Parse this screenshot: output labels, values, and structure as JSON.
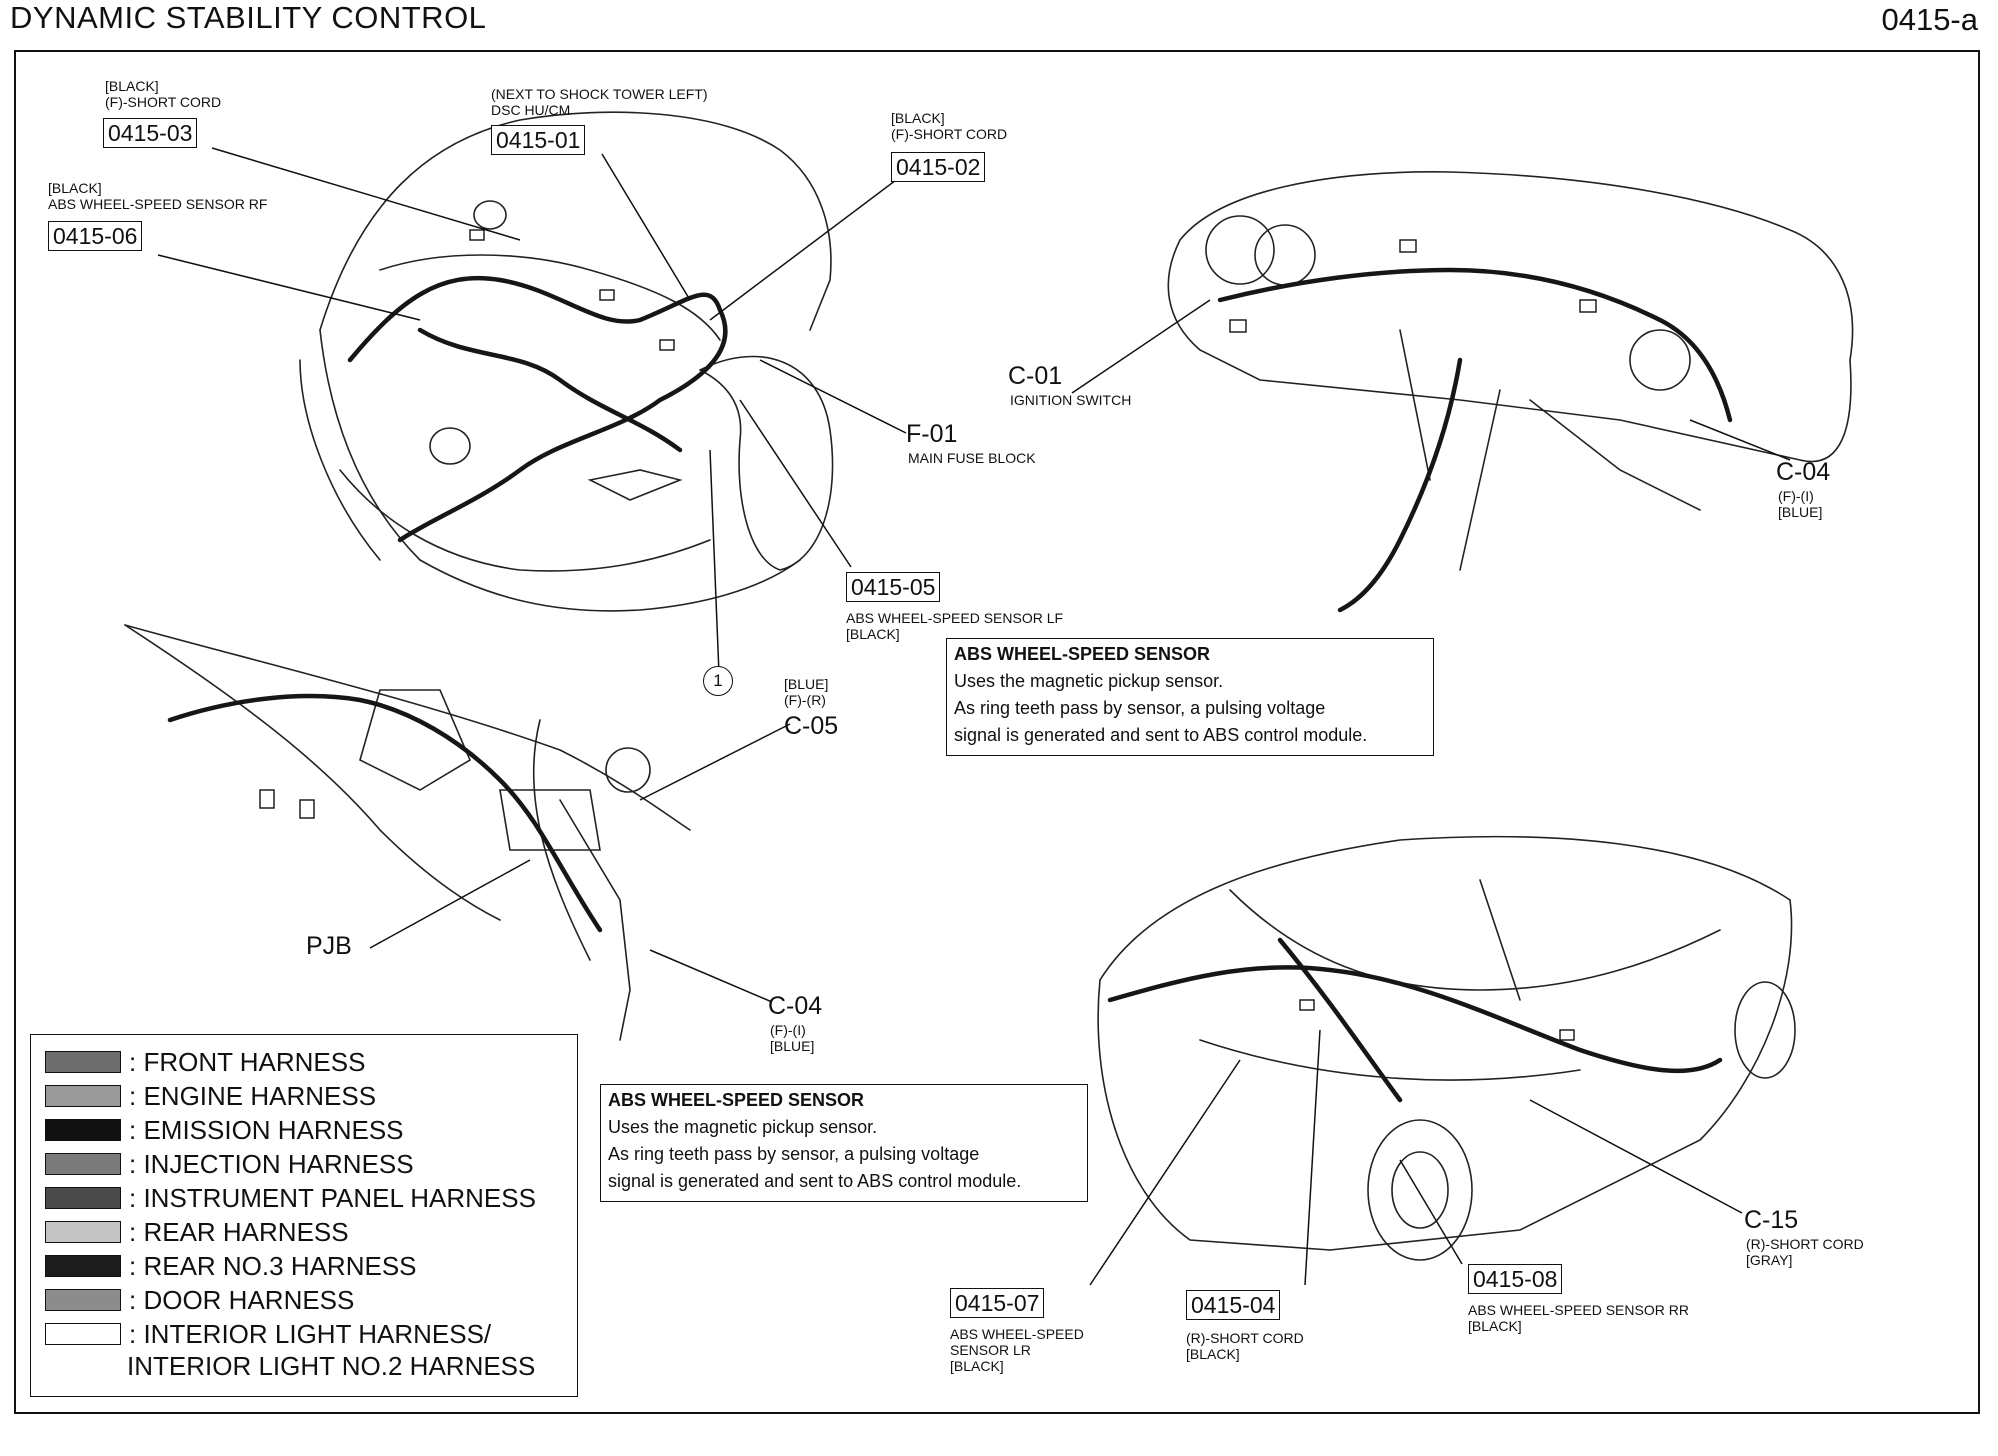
{
  "header": {
    "title": "DYNAMIC STABILITY CONTROL",
    "page_code": "0415-a"
  },
  "callouts": {
    "c0415_03": {
      "id": "0415-03",
      "lines": [
        "[BLACK]",
        "(F)-SHORT CORD"
      ]
    },
    "c0415_01": {
      "id": "0415-01",
      "lines": [
        "(NEXT TO SHOCK TOWER LEFT)",
        "DSC HU/CM"
      ]
    },
    "c0415_02": {
      "id": "0415-02",
      "lines": [
        "[BLACK]",
        "(F)-SHORT CORD"
      ]
    },
    "c0415_06": {
      "id": "0415-06",
      "lines": [
        "[BLACK]",
        "ABS WHEEL-SPEED SENSOR RF"
      ]
    },
    "c0415_05": {
      "id": "0415-05",
      "lines": [
        "ABS WHEEL-SPEED SENSOR LF",
        "[BLACK]"
      ]
    },
    "c0415_07": {
      "id": "0415-07",
      "lines": [
        "ABS WHEEL-SPEED",
        "SENSOR LR",
        "[BLACK]"
      ]
    },
    "c0415_04": {
      "id": "0415-04",
      "lines": [
        "(R)-SHORT CORD",
        "[BLACK]"
      ]
    },
    "c0415_08": {
      "id": "0415-08",
      "lines": [
        "ABS WHEEL-SPEED SENSOR RR",
        "[BLACK]"
      ]
    }
  },
  "connectors": {
    "f01": {
      "id": "F-01",
      "lines": [
        "MAIN FUSE BLOCK"
      ]
    },
    "c01": {
      "id": "C-01",
      "lines": [
        "IGNITION SWITCH"
      ]
    },
    "c04_dash": {
      "id": "C-04",
      "lines": [
        "(F)-(I)",
        "[BLUE]"
      ]
    },
    "c05": {
      "id": "C-05",
      "lines": [
        "[BLUE]",
        "(F)-(R)"
      ]
    },
    "c04_lower": {
      "id": "C-04",
      "lines": [
        "(F)-(I)",
        "[BLUE]"
      ]
    },
    "c15": {
      "id": "C-15",
      "lines": [
        "(R)-SHORT CORD",
        "[GRAY]"
      ]
    },
    "pjb": {
      "id": "PJB"
    },
    "marker1": {
      "id": "1"
    }
  },
  "notes": [
    {
      "title": "ABS WHEEL-SPEED SENSOR",
      "lines": [
        "Uses the magnetic pickup sensor.",
        "As ring teeth pass by sensor, a pulsing voltage",
        "signal is generated and sent to ABS control module."
      ]
    },
    {
      "title": "ABS WHEEL-SPEED SENSOR",
      "lines": [
        "Uses the magnetic pickup sensor.",
        "As ring teeth pass by sensor, a pulsing voltage",
        "signal is generated and sent to ABS control module."
      ]
    }
  ],
  "legend": {
    "items": [
      {
        "label": ": FRONT HARNESS",
        "color": "#6e6e6e"
      },
      {
        "label": ": ENGINE HARNESS",
        "color": "#9a9a9a"
      },
      {
        "label": ": EMISSION HARNESS",
        "color": "#111111"
      },
      {
        "label": ": INJECTION HARNESS",
        "color": "#7a7a7a"
      },
      {
        "label": ": INSTRUMENT PANEL HARNESS",
        "color": "#4a4a4a"
      },
      {
        "label": ": REAR HARNESS",
        "color": "#c4c4c4"
      },
      {
        "label": ": REAR NO.3 HARNESS",
        "color": "#1c1c1c"
      },
      {
        "label": ": DOOR HARNESS",
        "color": "#8c8c8c"
      },
      {
        "label": ": INTERIOR LIGHT HARNESS/",
        "color": "#ffffff"
      }
    ],
    "continuation": "INTERIOR LIGHT NO.2 HARNESS"
  }
}
